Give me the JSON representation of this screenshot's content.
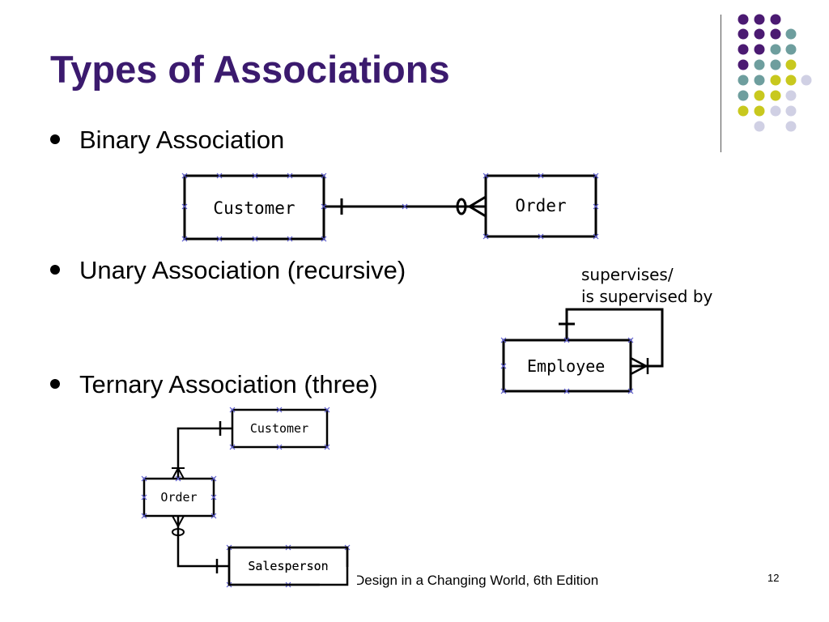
{
  "slide": {
    "title": "Types of Associations",
    "bullets": [
      "Binary Association",
      "Unary Association (recursive)",
      "Ternary Association (three)"
    ],
    "footer": "Design in a Changing World, 6th Edition",
    "page_number": "12"
  },
  "binary_diagram": {
    "entity_a": "Customer",
    "entity_b": "Order"
  },
  "unary_diagram": {
    "entity": "Employee",
    "label_line1": "supervises/",
    "label_line2": "is supervised by"
  },
  "ternary_diagram": {
    "entity_top": "Customer",
    "entity_center": "Order",
    "entity_bottom": "Salesperson"
  },
  "colors": {
    "title": "#3b1a6e",
    "dot_purple": "#4b1a72",
    "dot_teal": "#6e9e9e",
    "dot_yellow": "#c8c81e",
    "dot_lavender": "#d0d0e4"
  }
}
